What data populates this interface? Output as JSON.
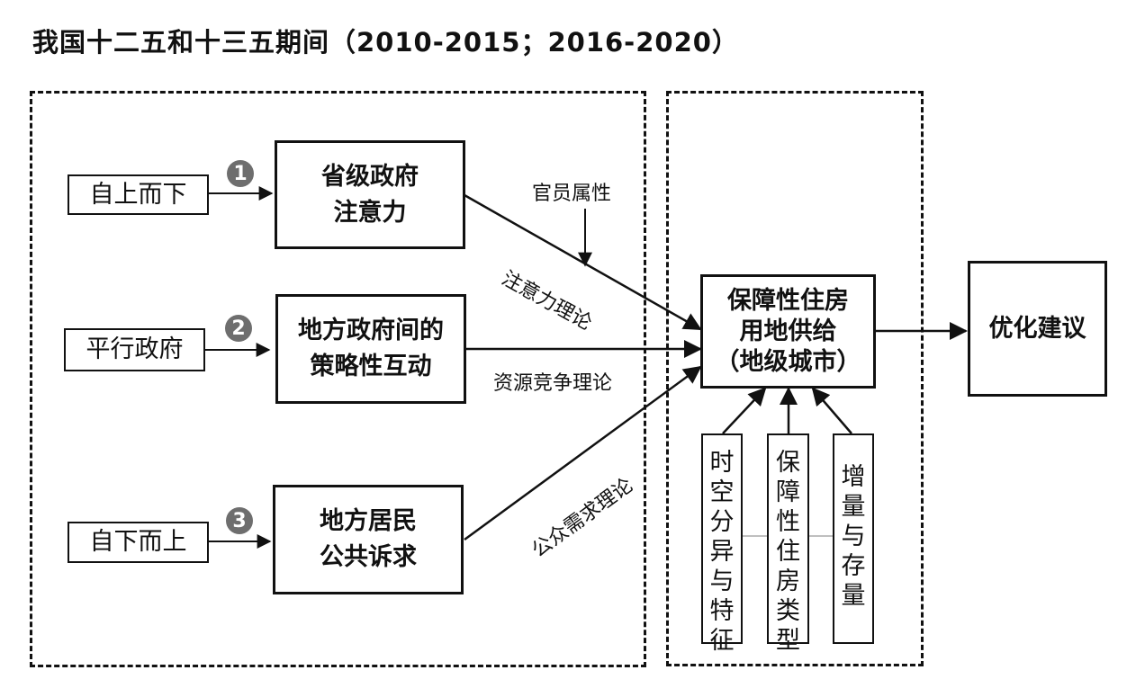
{
  "title": "我国十二五和十三五期间（2010-2015；2016-2020）",
  "sources": {
    "top_down": "自上而下",
    "parallel": "平行政府",
    "bottom_up": "自下而上"
  },
  "badges": {
    "one": "1",
    "two": "2",
    "three": "3"
  },
  "mechanisms": {
    "provincial_attention": "省级政府\n注意力",
    "strategic_interaction": "地方政府间的\n策略性互动",
    "resident_demands": "地方居民\n公共诉求"
  },
  "theories": {
    "official_attributes": "官员属性",
    "attention_theory": "注意力理论",
    "resource_competition": "资源竞争理论",
    "public_demand": "公众需求理论"
  },
  "outcome": "保障性住房\n用地供给\n（地级城市）",
  "factors": {
    "spatiotemporal": "时空分异与特征",
    "housing_type": "保障性住房类型",
    "increment_stock": "增量与存量"
  },
  "recommendation": "优化建议"
}
